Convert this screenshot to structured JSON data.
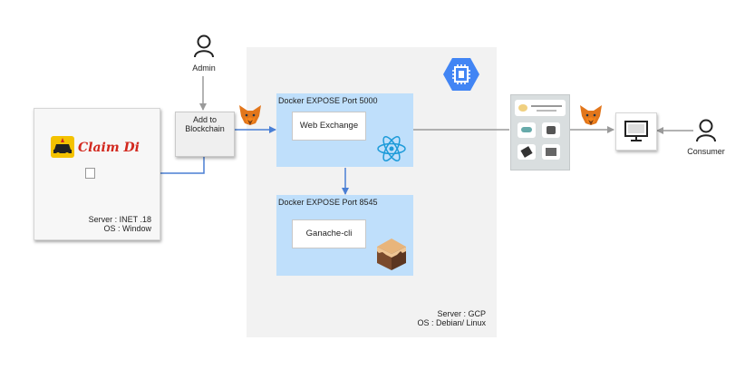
{
  "admin": {
    "label": "Admin",
    "icon": "user-icon"
  },
  "consumer": {
    "label": "Consumer",
    "icon": "user-icon"
  },
  "claimdi": {
    "logo_text": "Claim Di",
    "server_line": "Server : INET .18",
    "os_line": "OS : Window"
  },
  "add_to_blockchain": {
    "line1": "Add to",
    "line2": "Blockchain"
  },
  "gcp": {
    "icon": "gcp-chip-icon",
    "server_line": "Server : GCP",
    "os_line": "OS : Debian/ Linux"
  },
  "web_exchange": {
    "header": "Docker EXPOSE  Port 5000",
    "label": "Web Exchange",
    "icon": "react-icon"
  },
  "ganache": {
    "header": "Docker EXPOSE  Port 8545",
    "label": "Ganache-cli",
    "icon": "ganache-cake-icon"
  },
  "metamask_icon": "metamask-fox-icon",
  "monitor_icon": "monitor-icon",
  "colors": {
    "blue_arrow": "#4a7fd4",
    "grey_arrow": "#9a9a9a",
    "docker_bg": "#bfdffb",
    "gcp_blue": "#4285f4"
  }
}
